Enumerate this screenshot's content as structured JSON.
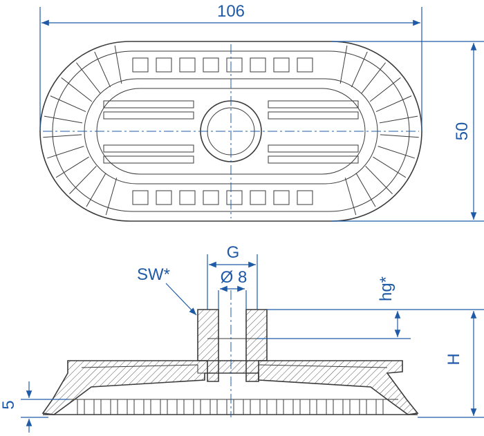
{
  "colors": {
    "dimension": "#1f5aa6",
    "outline": "#3a3a3a",
    "hatch": "#555555",
    "background": "#ffffff"
  },
  "dimensions": {
    "length": "106",
    "width": "50",
    "thread": "G",
    "bore": "Ø 8",
    "wrench": "SW*",
    "thread_depth": "hg*",
    "height": "H",
    "lip": "5"
  }
}
